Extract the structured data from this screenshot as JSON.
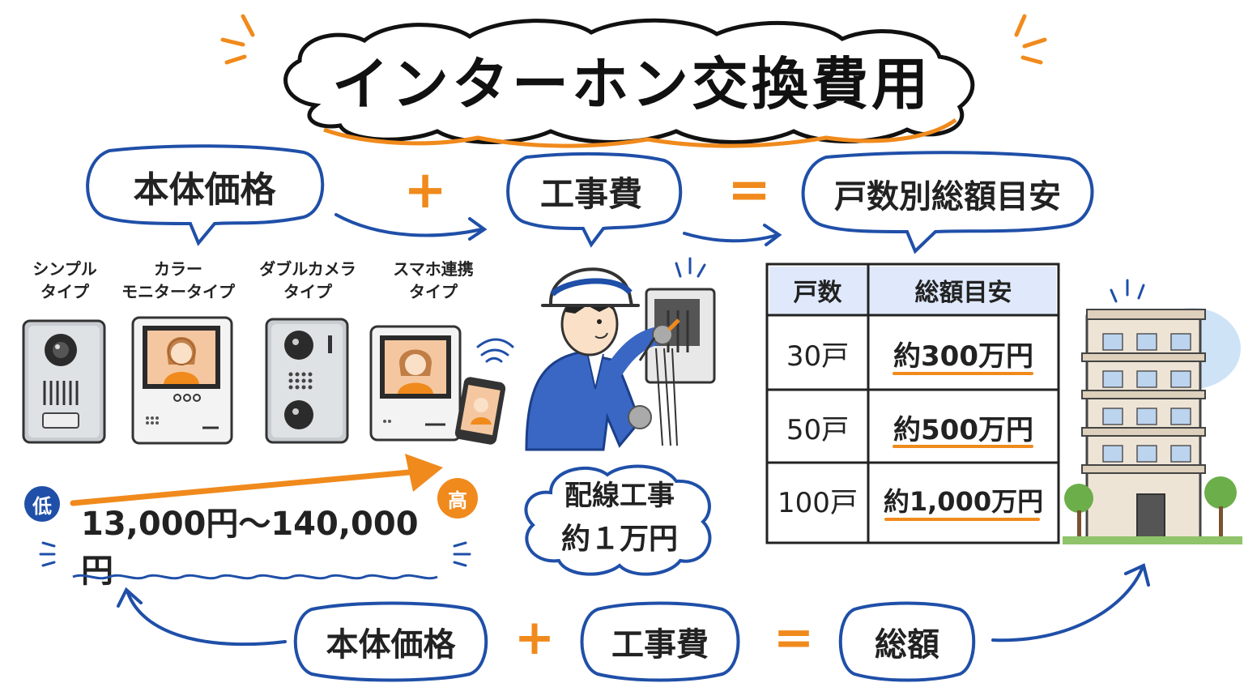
{
  "title": "インターホン交換費用",
  "top_formula": {
    "item1": "本体価格",
    "plus": "+",
    "item2": "工事費",
    "equals": "=",
    "item3": "戸数別総額目安"
  },
  "devices": [
    {
      "label_line1": "シンプル",
      "label_line2": "タイプ"
    },
    {
      "label_line1": "カラー",
      "label_line2": "モニタータイプ"
    },
    {
      "label_line1": "ダブルカメラ",
      "label_line2": "タイプ"
    },
    {
      "label_line1": "スマホ連携",
      "label_line2": "タイプ"
    }
  ],
  "price_scale": {
    "low": "低",
    "high": "高",
    "range": "13,000円〜140,000円"
  },
  "wiring": {
    "line1": "配線工事",
    "line2": "約１万円"
  },
  "table": {
    "headers": [
      "戸数",
      "総額目安"
    ],
    "rows": [
      {
        "units": "30戸",
        "total": "約300万円"
      },
      {
        "units": "50戸",
        "total": "約500万円"
      },
      {
        "units": "100戸",
        "total": "約1,000万円"
      }
    ]
  },
  "bottom_formula": {
    "item1": "本体価格",
    "plus": "+",
    "item2": "工事費",
    "equals": "=",
    "item3": "総額"
  },
  "colors": {
    "accent_orange": "#f08a1c",
    "outline_blue": "#1f4fa8",
    "table_header_bg": "#dfe9fb"
  }
}
